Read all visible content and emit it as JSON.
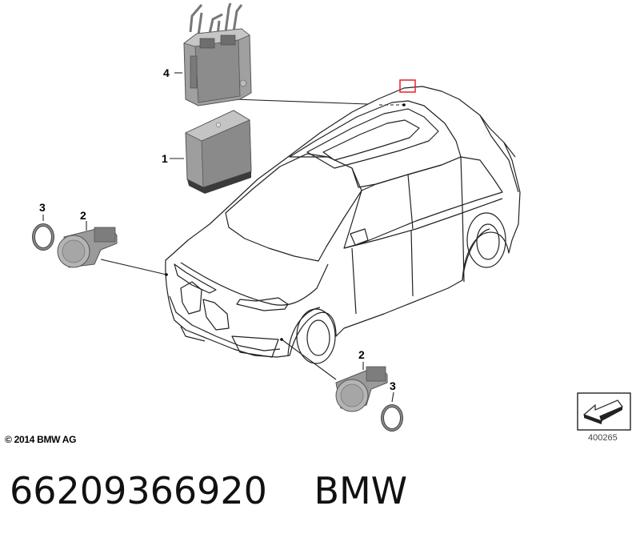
{
  "callouts": {
    "part_1": "1",
    "part_2_front": "2",
    "part_3_front": "3",
    "part_4": "4",
    "part_2_rear": "2",
    "part_3_rear": "3"
  },
  "copyright": "© 2014 BMW AG",
  "reference_number": "400265",
  "footer": {
    "part_number": "66209366920",
    "brand": "BMW"
  },
  "colors": {
    "highlight_box": "#e8202a",
    "line": "#222222",
    "part_gray": "#9a9a9a"
  }
}
